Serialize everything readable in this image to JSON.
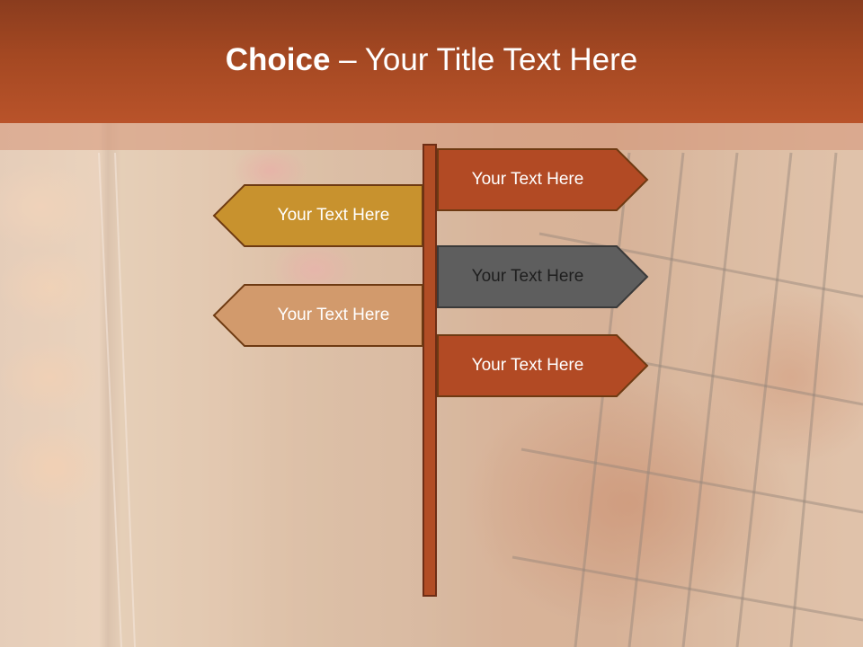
{
  "slide": {
    "title_bold": "Choice",
    "title_sep": " – ",
    "title_rest": "Your Title Text Here"
  },
  "signs": [
    {
      "label": "Your Text Here",
      "direction": "right",
      "color": "#b24a24"
    },
    {
      "label": "Your Text Here",
      "direction": "left",
      "color": "#c8922e"
    },
    {
      "label": "Your Text Here",
      "direction": "right",
      "color": "#5e5e5e"
    },
    {
      "label": "Your Text Here",
      "direction": "left",
      "color": "#d29a6c"
    },
    {
      "label": "Your Text Here",
      "direction": "right",
      "color": "#b24a24"
    }
  ],
  "colors": {
    "header": "#a44822",
    "pole": "#b14d25",
    "sign_border": "#6e3a12"
  }
}
